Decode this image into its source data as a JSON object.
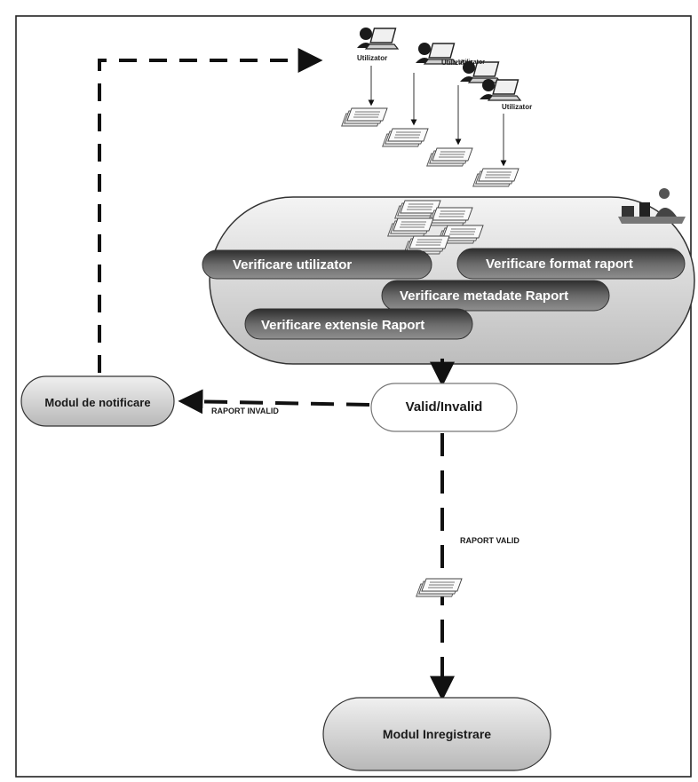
{
  "users": [
    {
      "label": "Utilizator"
    },
    {
      "label": "Utilizator"
    },
    {
      "label": "Utilizator"
    },
    {
      "label": "Utilizator"
    }
  ],
  "verification": {
    "checks": [
      "Verificare utilizator",
      "Verificare format raport",
      "Verificare metadate Raport",
      "Verificare extensie Raport"
    ]
  },
  "decision": {
    "label": "Valid/Invalid"
  },
  "notification": {
    "label": "Modul de notificare"
  },
  "registration": {
    "label": "Modul Inregistrare"
  },
  "edges": {
    "invalid_label": "RAPORT INVALID",
    "valid_label": "RAPORT VALID"
  },
  "colors": {
    "pill_dark": "#4a4a4a",
    "pill_light": "#d9d9d9",
    "frame": "#222222",
    "arrow": "#111111"
  },
  "icons": {
    "user": "user-laptop-icon",
    "document": "document-stack-icon",
    "operator": "operator-desk-icon"
  }
}
